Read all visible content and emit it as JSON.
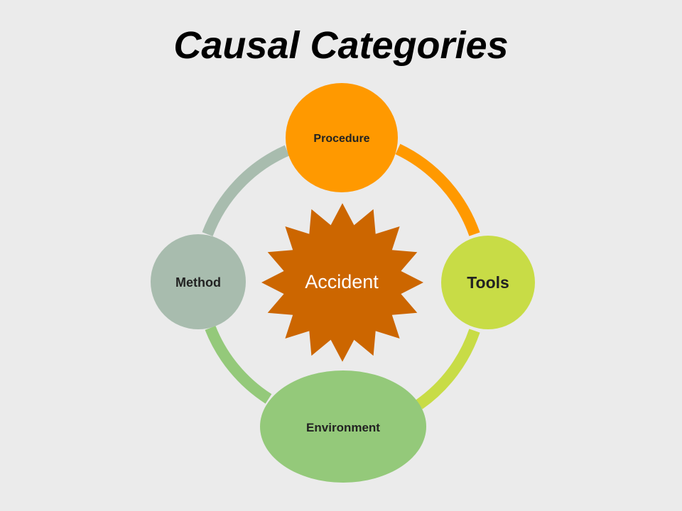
{
  "slide": {
    "title": "Causal Categories"
  },
  "diagram": {
    "center": {
      "label": "Accident",
      "color": "#cc6600"
    },
    "nodes": [
      {
        "id": "procedure",
        "label": "Procedure",
        "color": "#ff9900"
      },
      {
        "id": "tools",
        "label": "Tools",
        "color": "#c8dc46"
      },
      {
        "id": "environment",
        "label": "Environment",
        "color": "#94c97a"
      },
      {
        "id": "method",
        "label": "Method",
        "color": "#a8bcae"
      }
    ],
    "connectors": [
      {
        "from": "procedure",
        "to": "tools",
        "color": "#ff9900"
      },
      {
        "from": "tools",
        "to": "environment",
        "color": "#c8dc46"
      },
      {
        "from": "environment",
        "to": "method",
        "color": "#94c97a"
      },
      {
        "from": "method",
        "to": "procedure",
        "color": "#a8bcae"
      }
    ]
  }
}
